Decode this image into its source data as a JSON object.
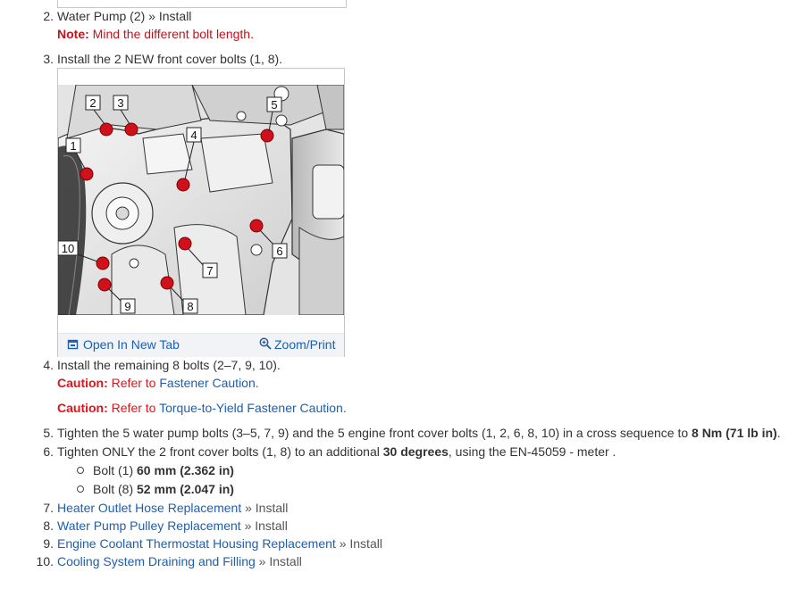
{
  "steps": [
    {
      "num": "2.",
      "text": "Water Pump (2) » Install",
      "note_label": "Note:",
      "note_text": "Mind the different bolt length."
    },
    {
      "num": "3.",
      "text": "Install the 2 NEW front cover bolts (1, 8)."
    },
    {
      "num": "4.",
      "text": "Install the remaining 8 bolts (2–7, 9, 10).",
      "caution1": {
        "label": "Caution:",
        "prefix": "Refer to",
        "link": "Fastener Caution",
        "suffix": "."
      },
      "caution2": {
        "label": "Caution:",
        "prefix": "Refer to",
        "link": "Torque-to-Yield Fastener Caution",
        "suffix": "."
      }
    },
    {
      "num": "5.",
      "text_a": "Tighten the 5 water pump bolts (3–5, 7, 9) and the 5 engine front cover bolts (1, 2, 6, 8, 10) in a cross sequence to",
      "bold": "8 Nm (71 lb in)",
      "text_b": "."
    },
    {
      "num": "6.",
      "text_a": "Tighten ONLY the 2 front cover bolts (1, 8) to an additional",
      "bold": "30 degrees",
      "text_b": ", using the EN-45059 - meter .",
      "sub_items": [
        {
          "prefix": "Bolt (1)",
          "bold": "60 mm (2.362 in)"
        },
        {
          "prefix": "Bolt (8)",
          "bold": "52 mm (2.047 in)"
        }
      ]
    },
    {
      "num": "7.",
      "link": "Heater Outlet Hose Replacement",
      "suffix": "» Install"
    },
    {
      "num": "8.",
      "link": "Water Pump Pulley Replacement",
      "suffix": "» Install"
    },
    {
      "num": "9.",
      "link": "Engine Coolant Thermostat Housing Replacement",
      "suffix": "» Install"
    },
    {
      "num": "10.",
      "link": "Cooling System Draining and Filling",
      "suffix": "» Install"
    }
  ],
  "figure": {
    "open_label": "Open In New Tab",
    "zoom_label": "Zoom/Print",
    "open_icon": "open-new-tab-icon",
    "zoom_icon": "zoom-magnifier-icon",
    "callouts": [
      "1",
      "2",
      "3",
      "4",
      "5",
      "6",
      "7",
      "8",
      "9",
      "10"
    ]
  },
  "colors": {
    "link": "#1a5fb4",
    "note": "#c0141b",
    "caution": "#e0141b",
    "bolt": "#d0101a"
  }
}
